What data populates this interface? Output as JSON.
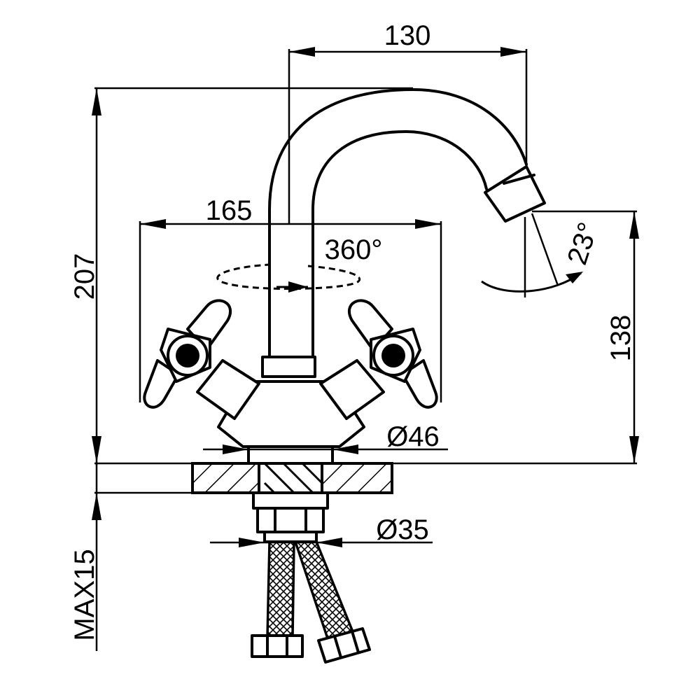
{
  "dimensions": {
    "spout_reach": "130",
    "total_height": "207",
    "handle_span": "165",
    "rotation": "360°",
    "tilt_angle": "23°",
    "spout_height": "138",
    "body_diameter": "Ø46",
    "shank_diameter": "Ø35",
    "max_counter_thickness": "MAX15"
  },
  "colors": {
    "line": "#000000",
    "background": "#ffffff"
  }
}
